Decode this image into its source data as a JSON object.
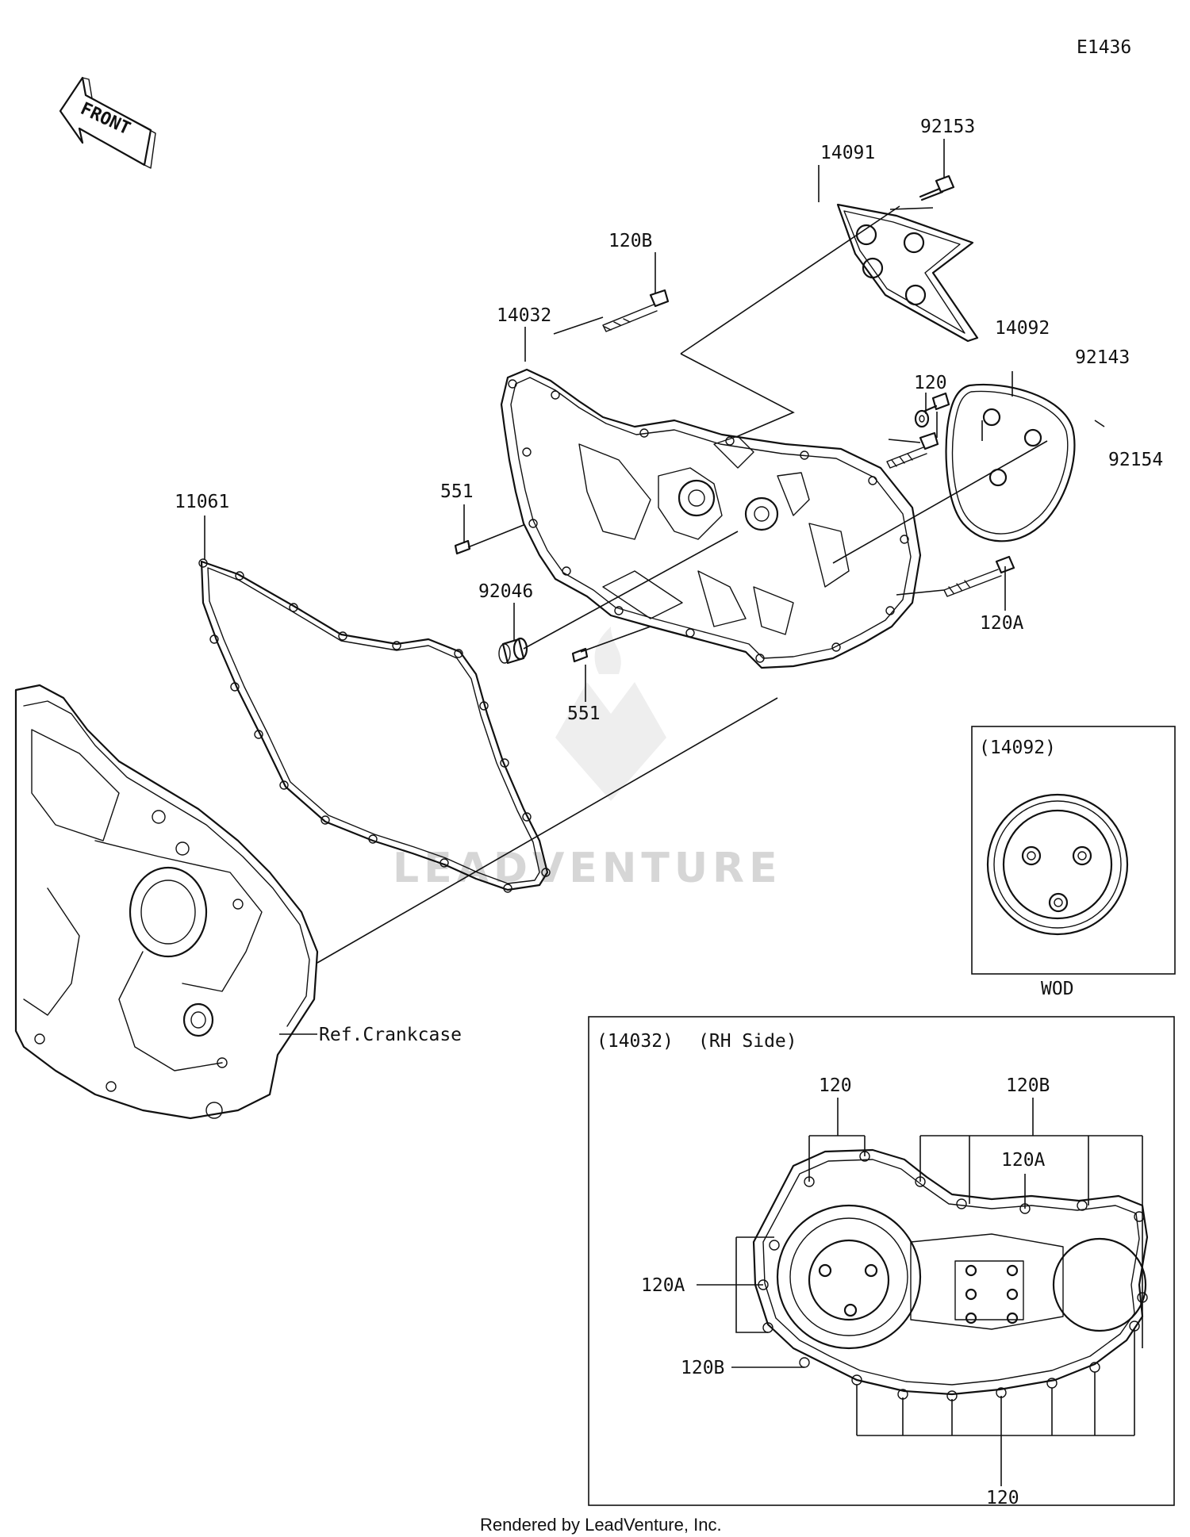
{
  "diagram_id": "E1436",
  "front_label": "FRONT",
  "parts": {
    "p92153": "92153",
    "p14091": "14091",
    "p120B_top": "120B",
    "p14032": "14032",
    "p14092": "14092",
    "p92143": "92143",
    "p120_top": "120",
    "p92154": "92154",
    "p551_a": "551",
    "p11061": "11061",
    "p92046": "92046",
    "p120A": "120A",
    "p551_b": "551",
    "ref_crankcase": "Ref.Crankcase"
  },
  "inset_14092": {
    "title": "(14092)",
    "caption": "WOD"
  },
  "inset_14032": {
    "title": "(14032)",
    "side": "(RH Side)",
    "l120_top": "120",
    "l120B_top": "120B",
    "l120A_top": "120A",
    "l120A_left": "120A",
    "l120B_left": "120B",
    "l120_bottom": "120"
  },
  "watermark": "LEADVENTURE",
  "footer": "Rendered by LeadVenture, Inc."
}
